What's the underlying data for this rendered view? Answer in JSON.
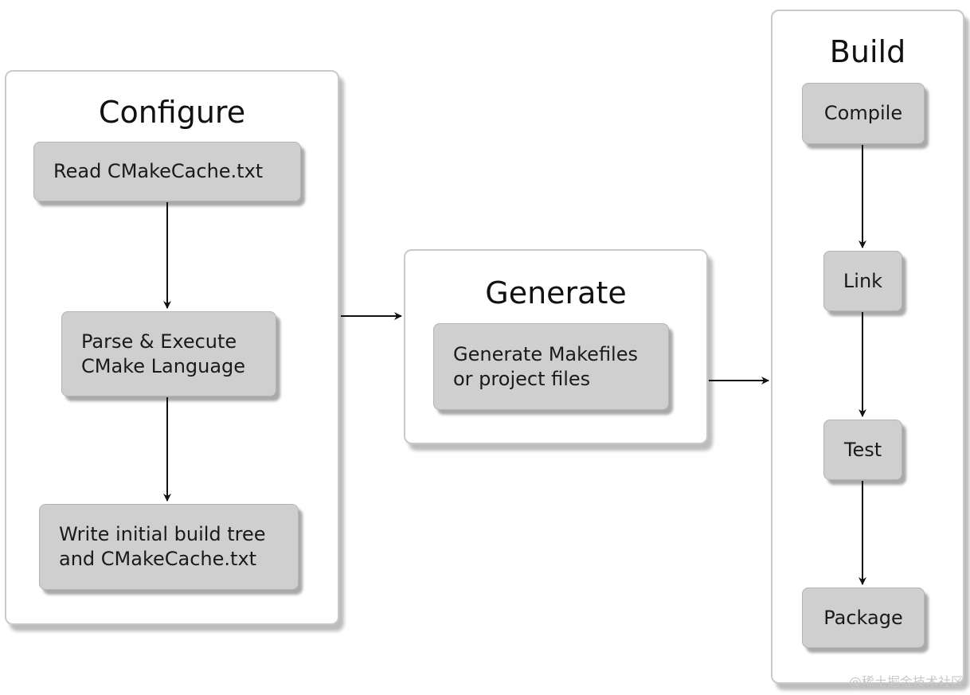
{
  "configure": {
    "title": "Configure",
    "steps": [
      [
        "Read CMakeCache.txt"
      ],
      [
        "Parse & Execute",
        "CMake Language"
      ],
      [
        "Write initial build tree",
        "and CMakeCache.txt"
      ]
    ]
  },
  "generate": {
    "title": "Generate",
    "step": [
      "Generate Makefiles",
      "or project files"
    ]
  },
  "build": {
    "title": "Build",
    "steps": [
      "Compile",
      "Link",
      "Test",
      "Package"
    ]
  },
  "watermark": "@稀土掘金技术社区",
  "colors": {
    "panel_border": "#c9c9c9",
    "box_fill": "#cfcfcf",
    "arrow": "#111111"
  }
}
